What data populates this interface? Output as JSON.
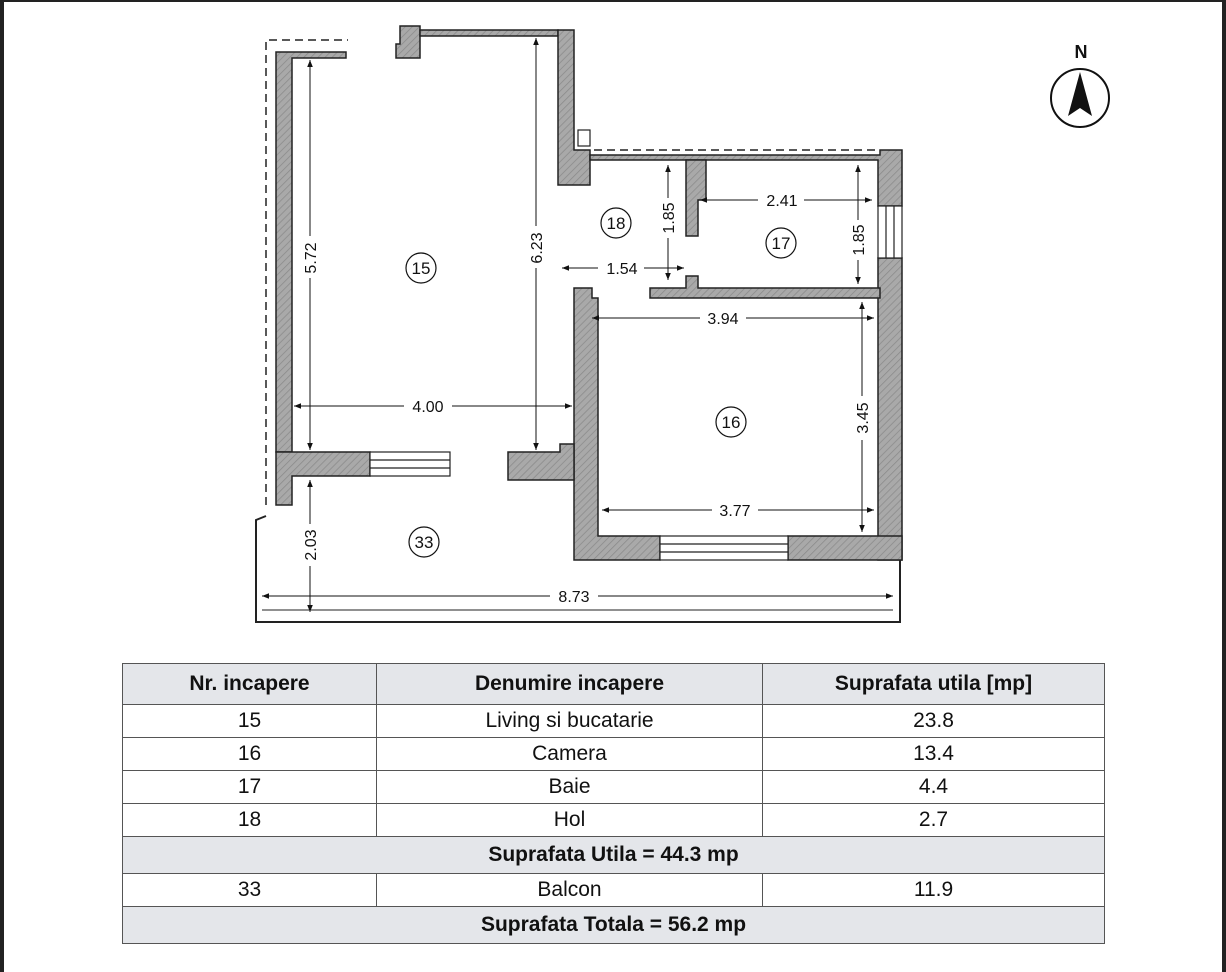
{
  "plan": {
    "compass_label": "N",
    "rooms": [
      {
        "id": "15"
      },
      {
        "id": "16"
      },
      {
        "id": "17"
      },
      {
        "id": "18"
      },
      {
        "id": "33"
      }
    ],
    "dimensions": {
      "d572": "5.72",
      "d623": "6.23",
      "d400": "4.00",
      "d185a": "1.85",
      "d241": "2.41",
      "d185b": "1.85",
      "d154": "1.54",
      "d394": "3.94",
      "d345": "3.45",
      "d377": "3.77",
      "d203": "2.03",
      "d873": "8.73"
    }
  },
  "table": {
    "headers": [
      "Nr. incapere",
      "Denumire incapere",
      "Suprafata utila [mp]"
    ],
    "rows": [
      {
        "nr": "15",
        "name": "Living si bucatarie",
        "area": "23.8"
      },
      {
        "nr": "16",
        "name": "Camera",
        "area": "13.4"
      },
      {
        "nr": "17",
        "name": "Baie",
        "area": "4.4"
      },
      {
        "nr": "18",
        "name": "Hol",
        "area": "2.7"
      }
    ],
    "summary_utila": "Suprafata Utila = 44.3 mp",
    "balcony_row": {
      "nr": "33",
      "name": "Balcon",
      "area": "11.9"
    },
    "summary_totala": "Suprafata Totala = 56.2 mp"
  }
}
